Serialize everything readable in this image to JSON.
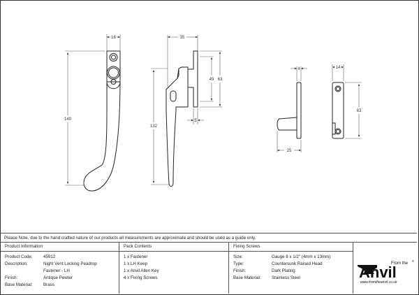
{
  "drawing": {
    "fastener_front": {
      "width_label": "16",
      "height_label": "149"
    },
    "fastener_side": {
      "width_label": "35",
      "height_label": "132",
      "inner_label": "49",
      "plate_label": "63",
      "thickness_label": "5"
    },
    "keep_side": {
      "thickness_label": "4",
      "depth_label": "25"
    },
    "keep_front": {
      "width_label": "14",
      "height_label": "63"
    }
  },
  "note": "Please Note, due to the hand crafted nature of our products all measurements are approximate and should be used as a guide only.",
  "product_information": {
    "header": "Product Information",
    "rows": [
      {
        "label": "Product Code:",
        "value": "45912"
      },
      {
        "label": "Description:",
        "value": "Night Vent Locking Peadrop"
      },
      {
        "label": "",
        "value": "Fastener - LH"
      },
      {
        "label": "Finish:",
        "value": "Antique Pewter"
      },
      {
        "label": "Base Material:",
        "value": "Brass"
      }
    ]
  },
  "pack_contents": {
    "header": "Pack Contents",
    "items": [
      "1 x Fastener",
      "1 x LH Keep",
      "1 x Anvil Allen Key",
      "4 x Fixing Screws"
    ]
  },
  "fixing_screws": {
    "header": "Fixing Screws",
    "rows": [
      {
        "label": "Size:",
        "value": "Gauge 8 x 1/2\" (4mm x 13mm)"
      },
      {
        "label": "Type:",
        "value": "Countersunk Raised Head"
      },
      {
        "label": "Finish:",
        "value": "Dark Plating"
      },
      {
        "label": "Base Material:",
        "value": "Stainless Steel"
      }
    ]
  },
  "brand": {
    "from_the": "From the",
    "name": "Anvil",
    "registered": "®",
    "url": "www.fromtheanvil.co.uk"
  }
}
